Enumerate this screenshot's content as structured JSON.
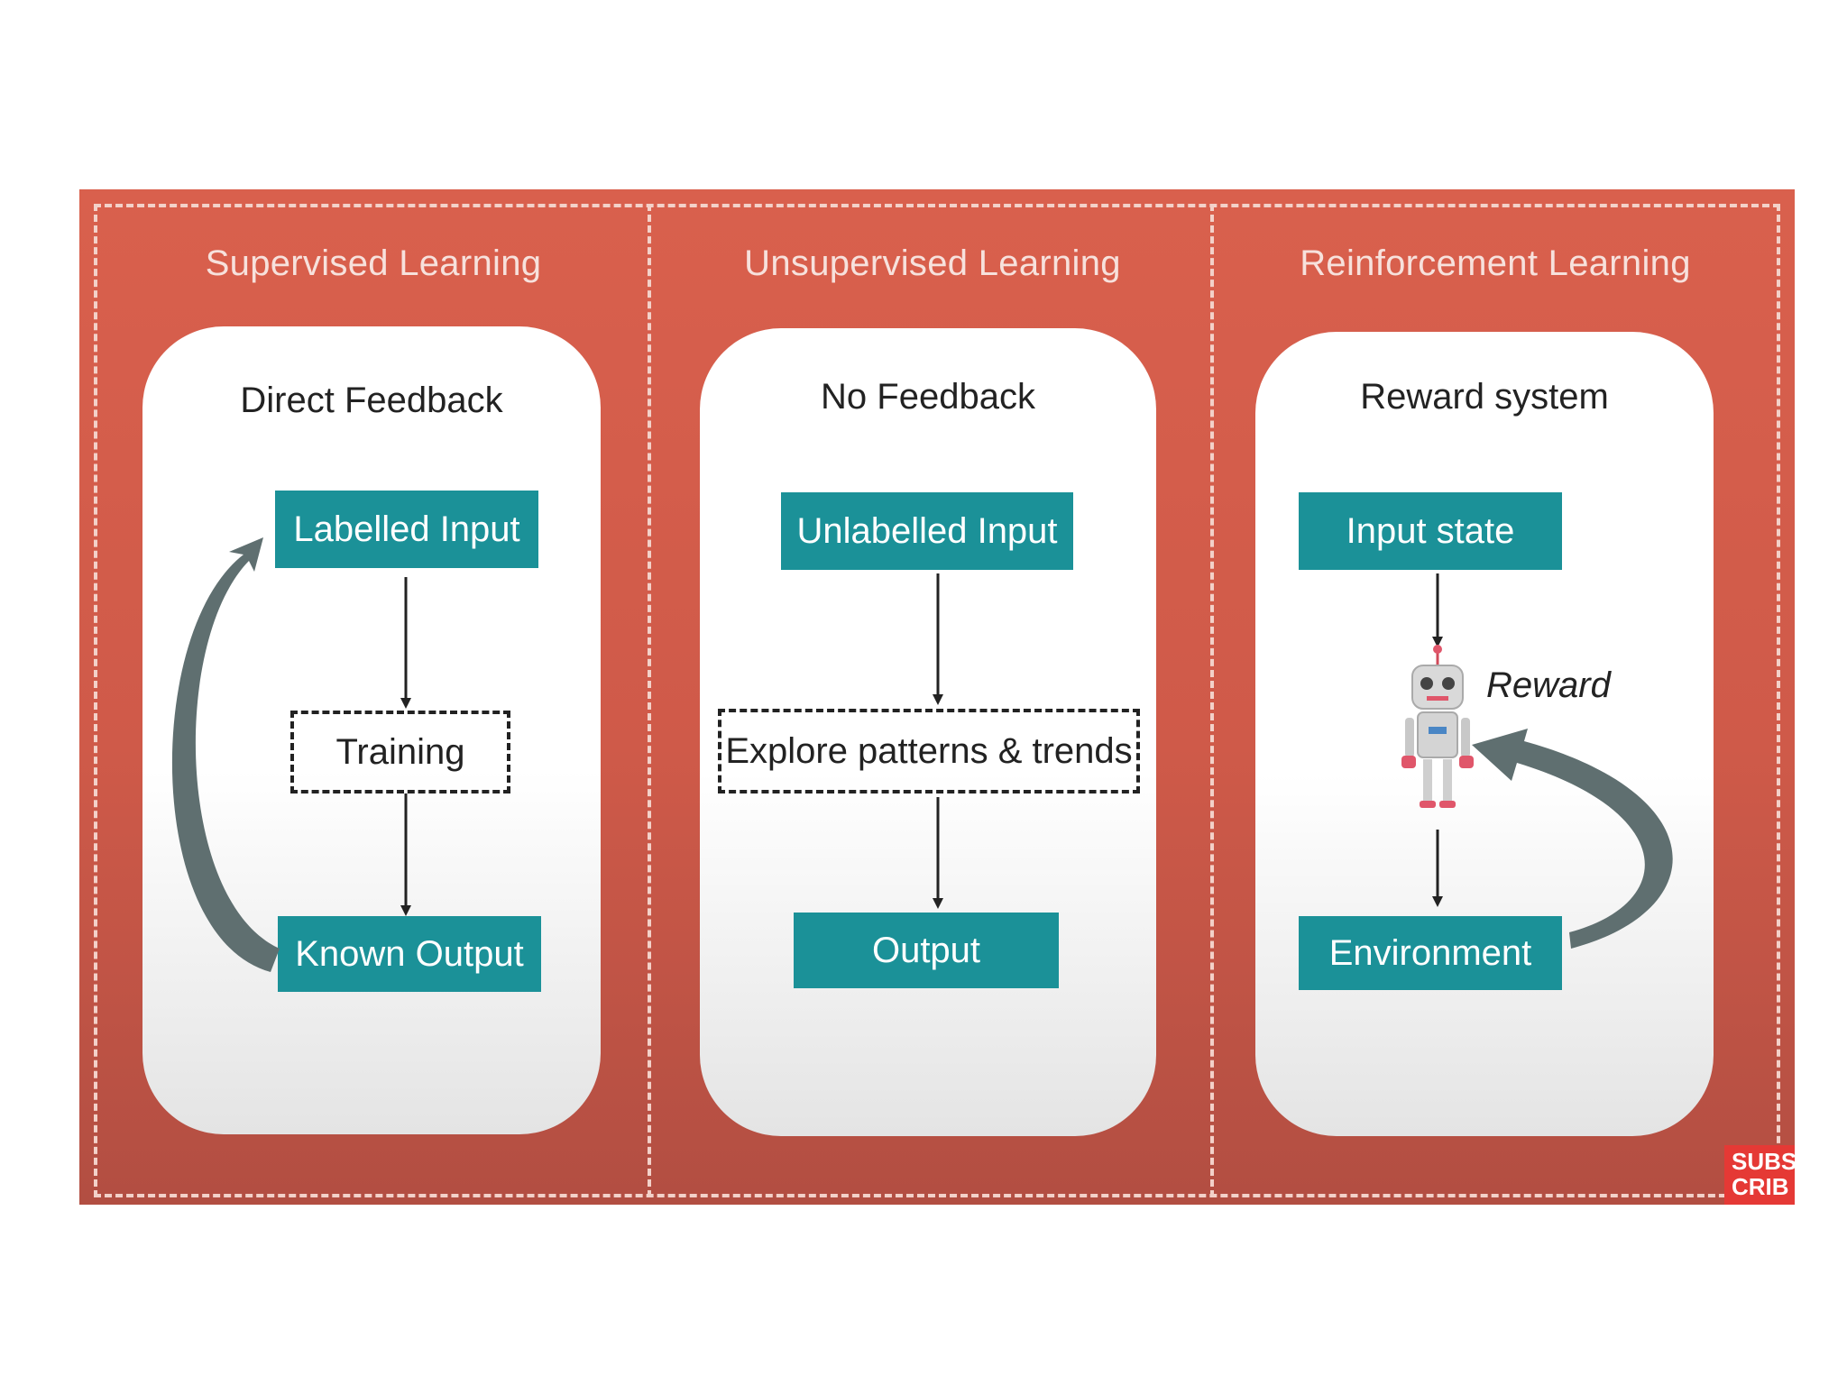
{
  "panels": [
    {
      "title": "Supervised Learning",
      "card_title": "Direct Feedback",
      "top_box": "Labelled Input",
      "middle_box": "Training",
      "bottom_box": "Known Output"
    },
    {
      "title": "Unsupervised Learning",
      "card_title": "No Feedback",
      "top_box": "Unlabelled Input",
      "middle_box": "Explore patterns & trends",
      "bottom_box": "Output"
    },
    {
      "title": "Reinforcement Learning",
      "card_title": "Reward system",
      "top_box": "Input state",
      "reward_label": "Reward",
      "bottom_box": "Environment"
    }
  ],
  "badge": {
    "line1": "SUBS",
    "line2": "CRIB"
  },
  "colors": {
    "background_red": "#d9604d",
    "teal_box": "#1b9198",
    "feedback_arrow": "#5f6f70",
    "dashed_border": "#f3d1c9"
  },
  "icons": [
    "robot-icon",
    "feedback-arrow-icon"
  ]
}
